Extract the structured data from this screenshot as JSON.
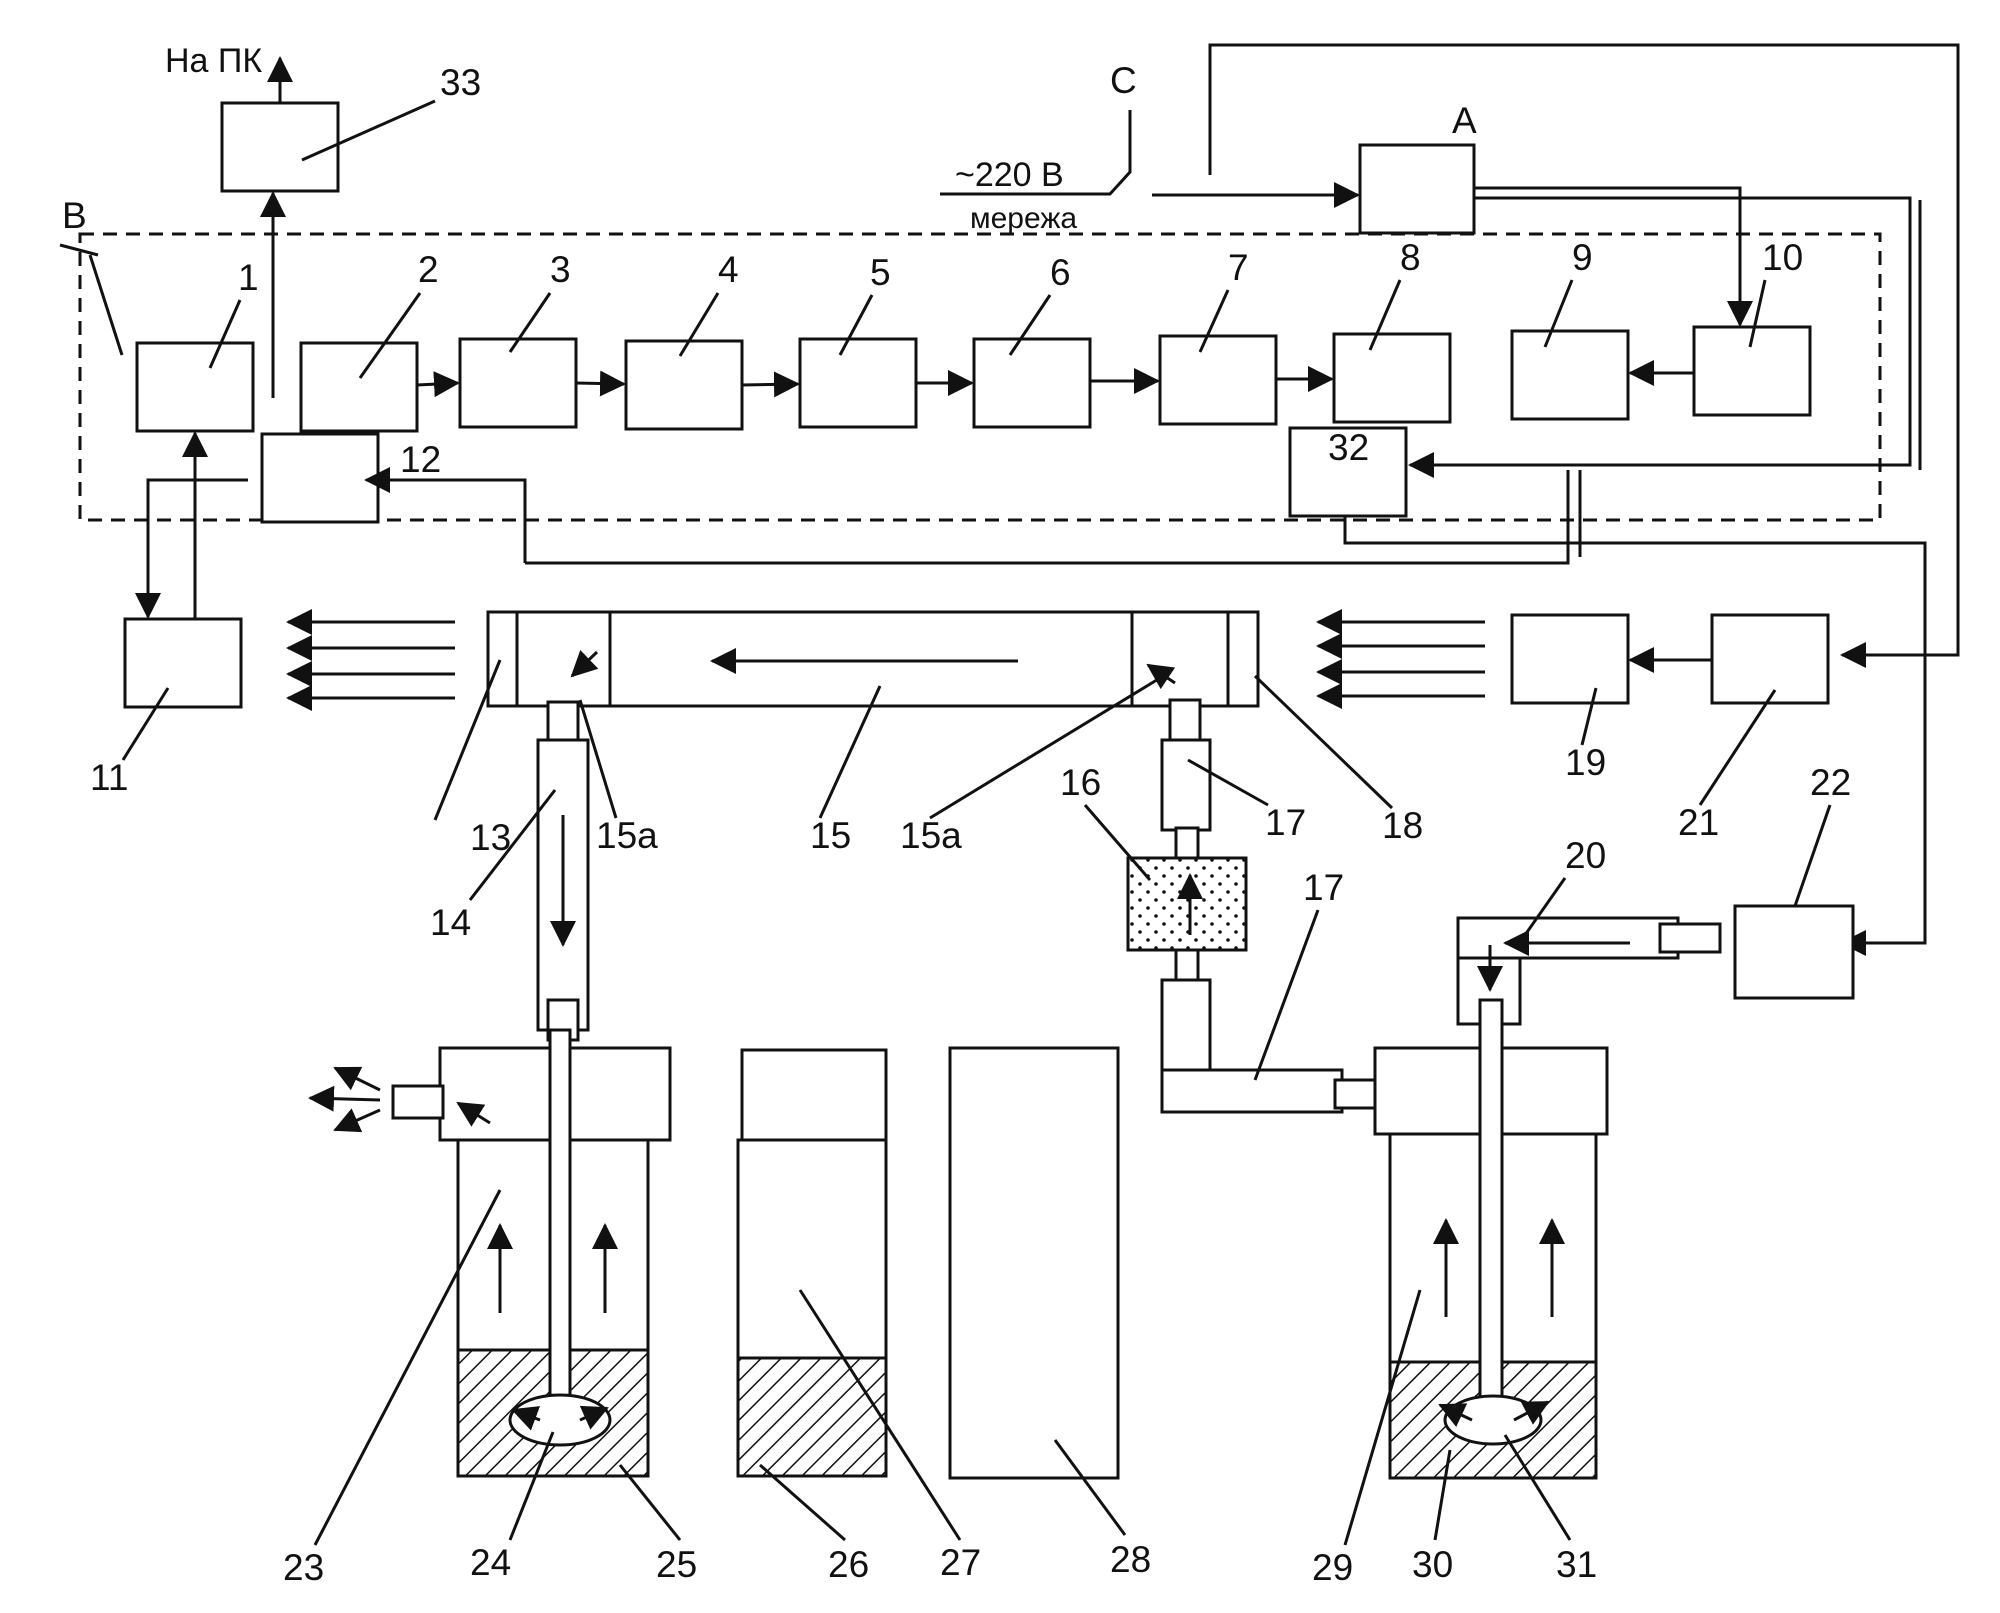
{
  "labels": {
    "pc_output": "На ПК",
    "mains_voltage": "~220 В",
    "mains_word": "мережа",
    "letter_a": "А",
    "letter_b": "В",
    "letter_c": "С"
  },
  "numbers": {
    "n1": "1",
    "n2": "2",
    "n3": "3",
    "n4": "4",
    "n5": "5",
    "n6": "6",
    "n7": "7",
    "n8": "8",
    "n9": "9",
    "n10": "10",
    "n11": "11",
    "n12": "12",
    "n13": "13",
    "n14": "14",
    "n15": "15",
    "n15a_left": "15а",
    "n15a_right": "15а",
    "n16": "16",
    "n17_top": "17",
    "n17_bottom": "17",
    "n18": "18",
    "n19": "19",
    "n20": "20",
    "n21": "21",
    "n22": "22",
    "n23": "23",
    "n24": "24",
    "n25": "25",
    "n26": "26",
    "n27": "27",
    "n28": "28",
    "n29": "29",
    "n30": "30",
    "n31": "31",
    "n32": "32",
    "n33": "33"
  }
}
